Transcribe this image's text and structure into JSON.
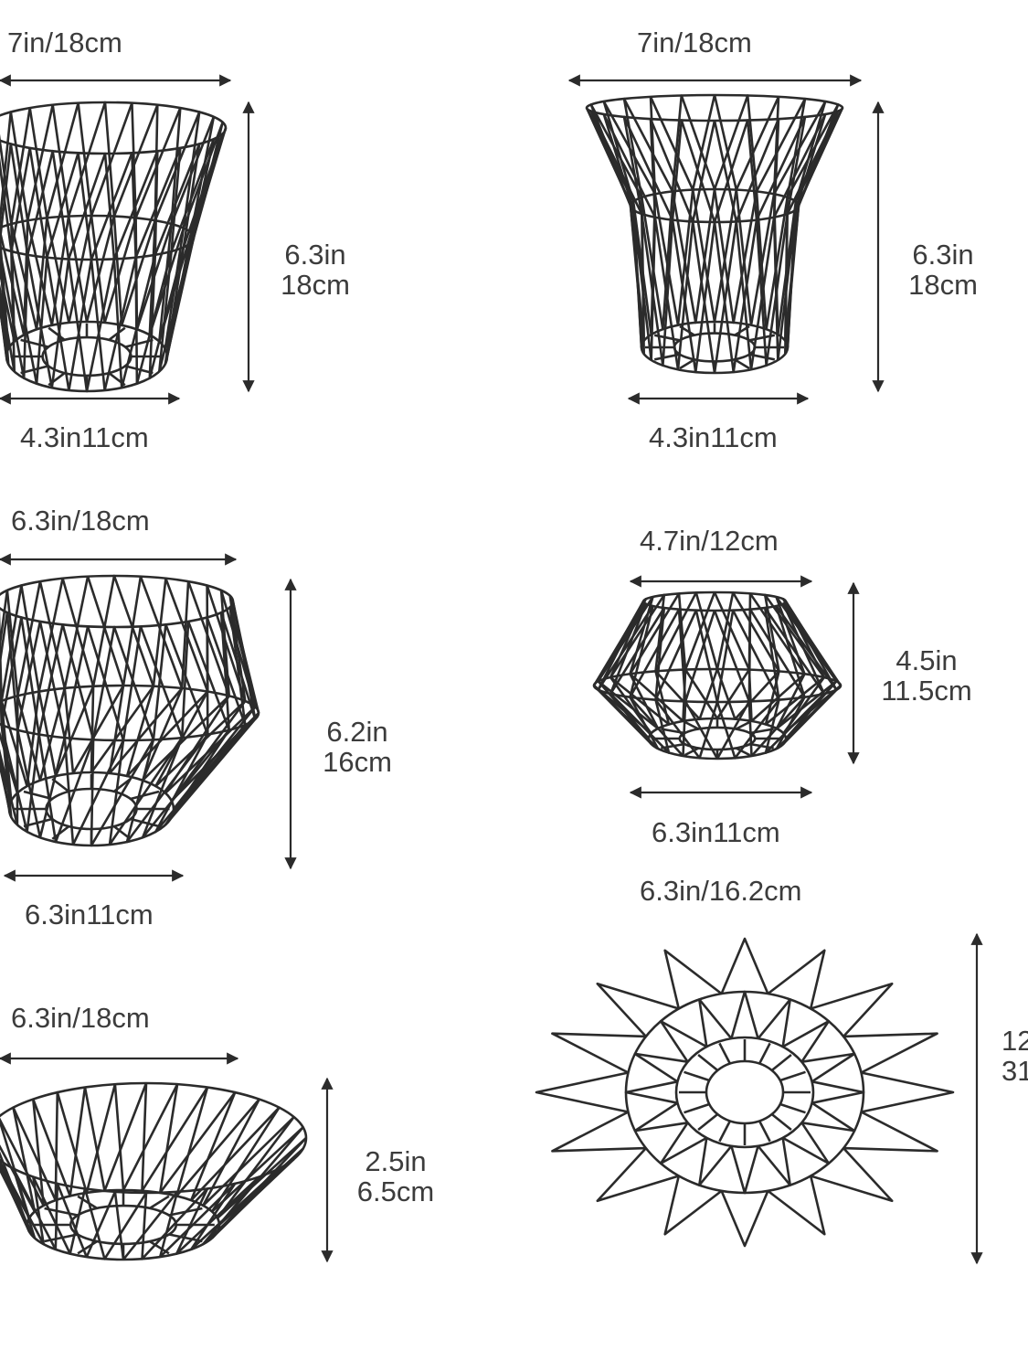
{
  "panels": [
    {
      "name": "basket-1",
      "top_label": "7in/18cm",
      "side_label_line1": "6.3in",
      "side_label_line2": "18cm",
      "bottom_label": "4.3in11cm"
    },
    {
      "name": "basket-2",
      "top_label": "7in/18cm",
      "side_label_line1": "6.3in",
      "side_label_line2": "18cm",
      "bottom_label": "4.3in11cm"
    },
    {
      "name": "basket-3",
      "top_label": "6.3in/18cm",
      "side_label_line1": "6.2in",
      "side_label_line2": "16cm",
      "bottom_label": "6.3in11cm"
    },
    {
      "name": "basket-4",
      "top_label": "4.7in/12cm",
      "side_label_line1": "4.5in",
      "side_label_line2": "11.5cm",
      "bottom_label": "6.3in11cm"
    },
    {
      "name": "basket-5",
      "top_label": "6.3in/18cm",
      "side_label_line1": "2.5in",
      "side_label_line2": "6.5cm"
    },
    {
      "name": "basket-6",
      "top_label": "6.3in/16.2cm",
      "side_label_line1": "12",
      "side_label_line2": "31"
    }
  ],
  "colors": {
    "wire": "#2b2b2b",
    "text": "#3c3c3c",
    "background": "#ffffff"
  }
}
